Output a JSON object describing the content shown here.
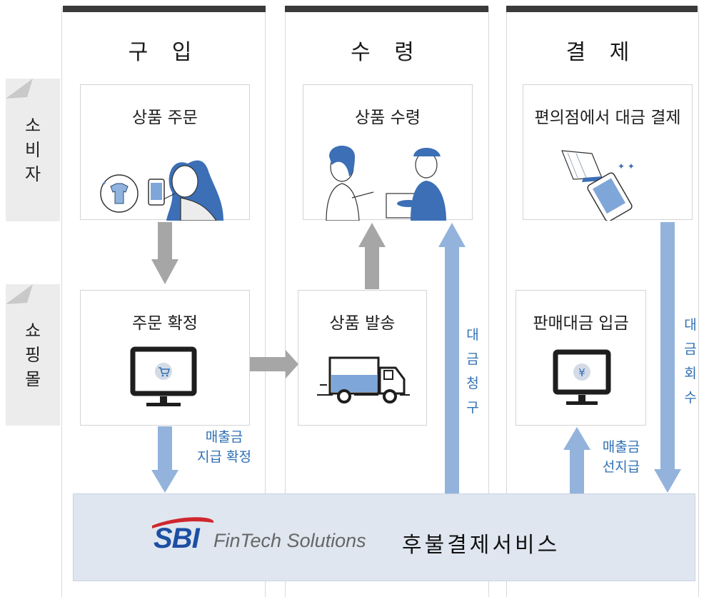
{
  "columns": [
    {
      "title": "구 입"
    },
    {
      "title": "수 령"
    },
    {
      "title": "결 제"
    }
  ],
  "roles": [
    {
      "label": "소\n비\n자",
      "name": "consumer"
    },
    {
      "label": "쇼\n핑\n몰",
      "name": "shopping-mall"
    }
  ],
  "cards": {
    "product_order": "상품 주문",
    "product_receipt": "상품 수령",
    "store_payment": "편의점에서 대금 결제",
    "order_confirm": "주문 확정",
    "product_ship": "상품 발송",
    "sales_deposit": "판매대금 입금"
  },
  "labels": {
    "sales_confirm": "매출금\n지급 확정",
    "payment_request": "대\n금\n청\n구",
    "prepay": "매출금\n선지급",
    "payment_collect": "대\n금\n회\n수"
  },
  "service": {
    "logo_sbi": "SBI",
    "logo_fintech": "FinTech Solutions",
    "name": "후불결제서비스"
  },
  "icons": {
    "yen": "¥"
  },
  "colors": {
    "gray_arrow": "#a6a6a6",
    "blue_arrow": "#93b3dc",
    "label_blue": "#2f6fb3",
    "header_bar": "#3a3a3a",
    "service_bg": "#dfe6f0"
  }
}
